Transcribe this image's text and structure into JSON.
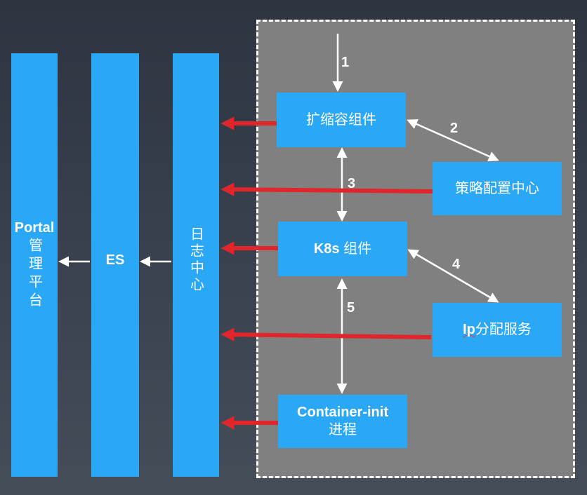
{
  "columns": {
    "portal": {
      "title": "Portal",
      "subtitle": "管理平台"
    },
    "es": {
      "title": "ES"
    },
    "log_center": {
      "title": "日志中心"
    }
  },
  "components": {
    "scaling": {
      "label": "扩缩容组件"
    },
    "policy": {
      "label": "策略配置中心"
    },
    "k8s": {
      "label_bold": "K8s",
      "label_rest": " 组件"
    },
    "ip": {
      "label_bold": "Ip",
      "label_rest": "分配服务"
    },
    "container_init": {
      "label_line1": "Container-init",
      "label_line2": "进程"
    }
  },
  "step_numbers": [
    "1",
    "2",
    "3",
    "4",
    "5"
  ],
  "colors": {
    "background_top": "#2e3440",
    "background_bottom": "#454d59",
    "panel": "#808080",
    "node_blue": "#2aa7f5",
    "log_arrow_red": "#e0262b",
    "arrow_white": "#ffffff"
  }
}
